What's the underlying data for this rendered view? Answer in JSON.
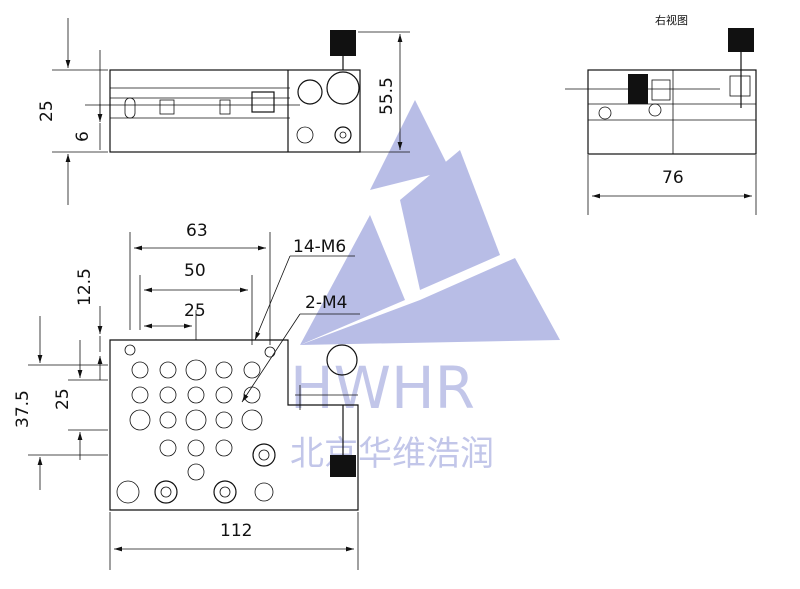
{
  "view_title": "右视图",
  "dimensions": {
    "d25_left": "25",
    "d6": "6",
    "d55_5": "55.5",
    "d76": "76",
    "d63": "63",
    "d50": "50",
    "d25_top": "25",
    "d14m6": "14-M6",
    "d2m4": "2-M4",
    "d12_5": "12.5",
    "d37_5": "37.5",
    "d25_side": "25",
    "d112": "112"
  },
  "watermark": {
    "brand": "HWHR",
    "company": "北京华维浩润"
  },
  "colors": {
    "watermark": "#b8bde6",
    "line": "#111111"
  }
}
